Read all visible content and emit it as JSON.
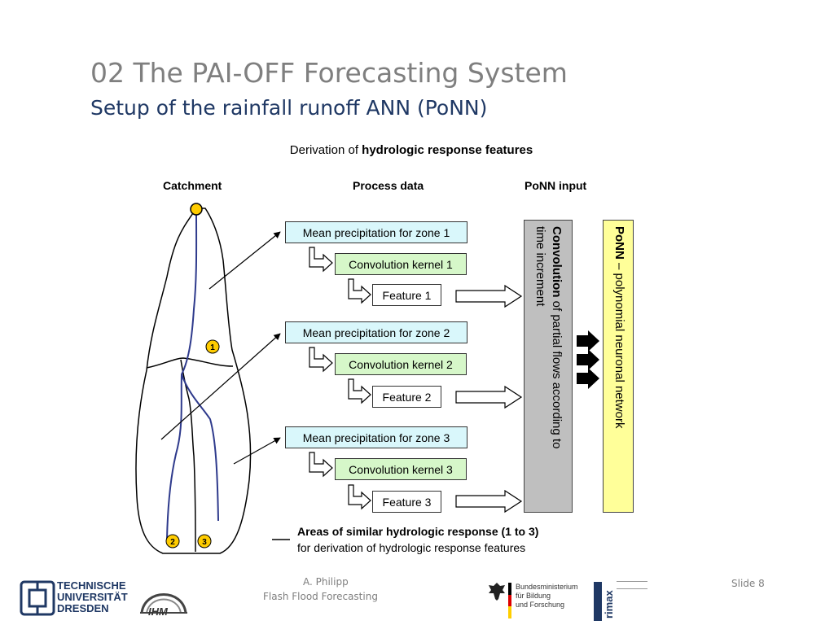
{
  "slide": {
    "title": "02 The PAI-OFF Forecasting System",
    "subtitle": "Setup of the rainfall runoff ANN (PoNN)"
  },
  "diagram": {
    "derivation_prefix": "Derivation of ",
    "derivation_bold": "hydrologic response features",
    "columns": {
      "catchment": "Catchment",
      "process_data": "Process data",
      "ponn_input": "PoNN input"
    },
    "zones": [
      {
        "precip": "Mean precipitation for zone 1",
        "kernel": "Convolution kernel 1",
        "feature": "Feature 1"
      },
      {
        "precip": "Mean precipitation for zone 2",
        "kernel": "Convolution kernel 2",
        "feature": "Feature 2"
      },
      {
        "precip": "Mean precipitation for zone 3",
        "kernel": "Convolution kernel 3",
        "feature": "Feature 3"
      }
    ],
    "zone_labels": [
      "1",
      "2",
      "3"
    ],
    "convolution_bold": "Convolution",
    "convolution_rest": " of partial flows according to",
    "convolution_line2": "time increment",
    "ponn_bold": "PoNN",
    "ponn_rest": " – polynomial neuronal network",
    "legend_bold": "Areas of similar hydrologic response (1 to 3)",
    "legend_line2": "for derivation of hydrologic response features",
    "colors": {
      "precip_fill": "#d9f7fb",
      "kernel_fill": "#d6f7c9",
      "convolution_fill": "#bfbfbf",
      "ponn_fill": "#ffff99",
      "river": "#2e3a8c",
      "zone_marker": "#ffcc00"
    }
  },
  "footer": {
    "university": [
      "TECHNISCHE",
      "UNIVERSITÄT",
      "DRESDEN"
    ],
    "ihm": "IHM",
    "author": "A. Philipp",
    "talk": "Flash Flood Forecasting",
    "ministry": [
      "Bundesministerium",
      "für Bildung",
      "und Forschung"
    ],
    "rimax": "rimax",
    "slide_label": "Slide 8"
  }
}
